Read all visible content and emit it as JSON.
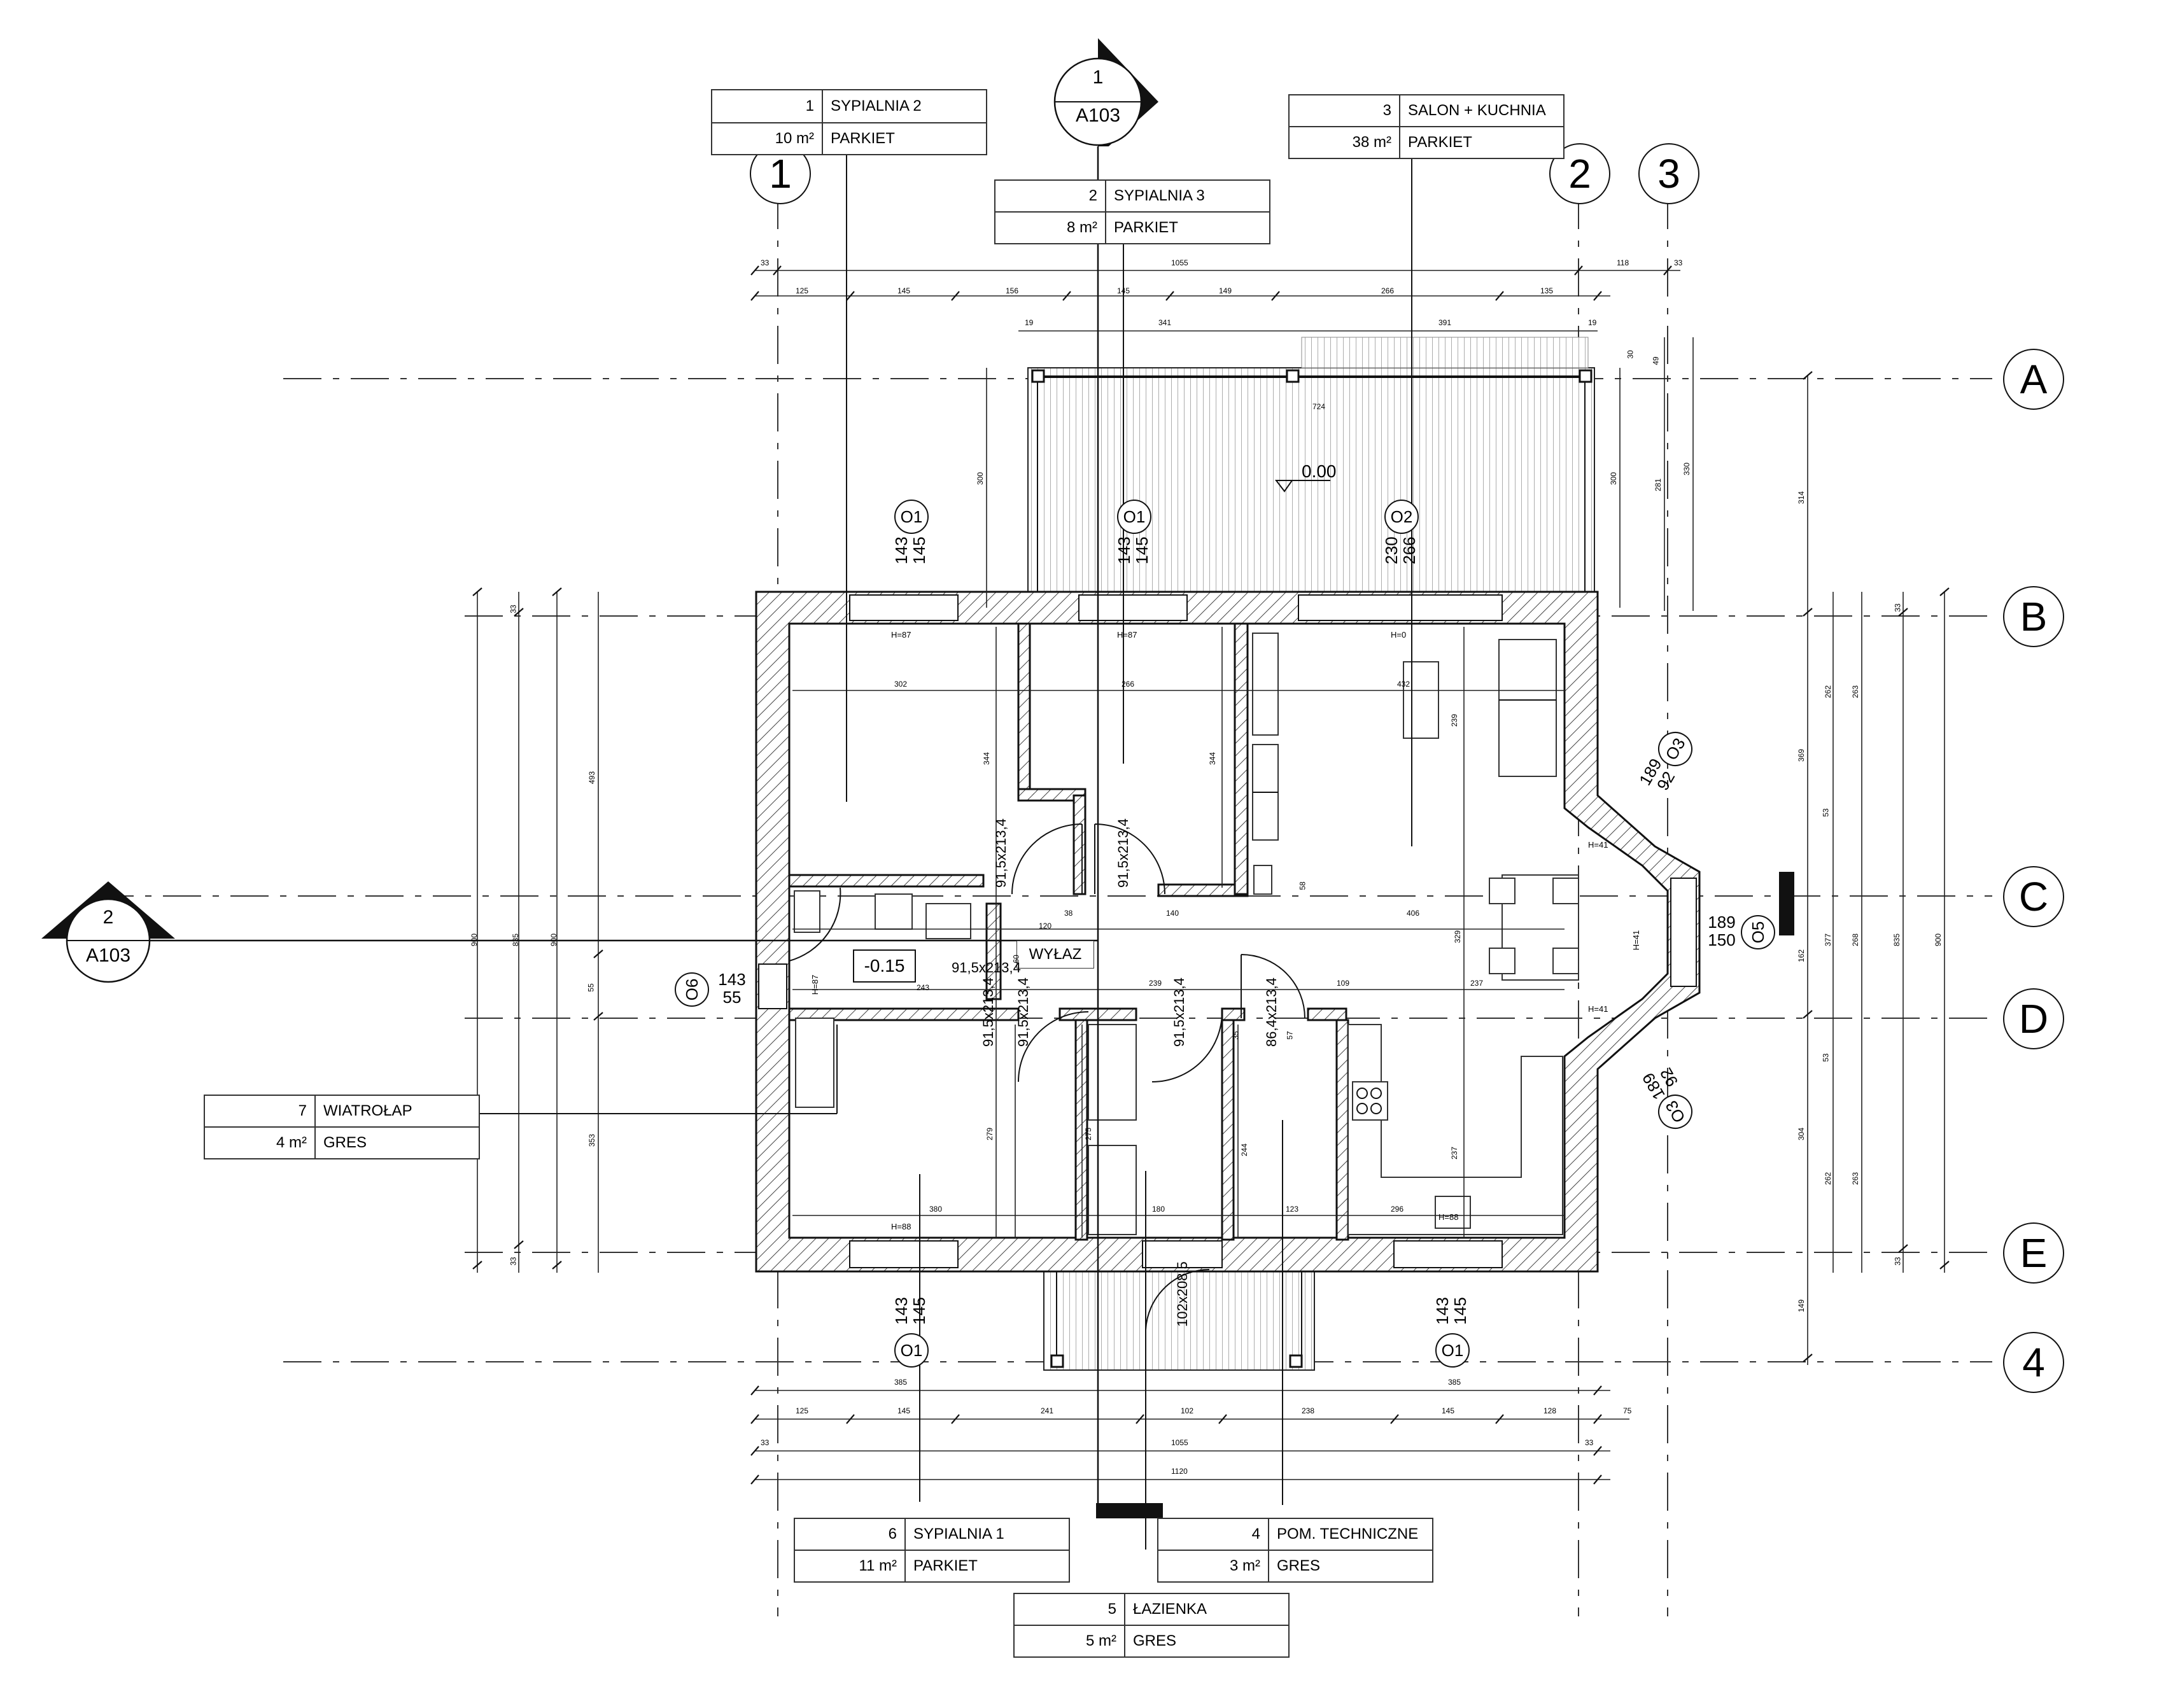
{
  "grid_letters": [
    "A",
    "B",
    "C",
    "D",
    "E",
    "4"
  ],
  "grid_numbers": [
    "1",
    "2",
    "3"
  ],
  "section_markers": [
    {
      "number": "1",
      "sheet": "A103"
    },
    {
      "number": "2",
      "sheet": "A103"
    }
  ],
  "rooms": [
    {
      "number": "1",
      "name": "SYPIALNIA 2",
      "area": "10 m²",
      "floor": "PARKIET"
    },
    {
      "number": "2",
      "name": "SYPIALNIA 3",
      "area": "8 m²",
      "floor": "PARKIET"
    },
    {
      "number": "3",
      "name": "SALON + KUCHNIA",
      "area": "38 m²",
      "floor": "PARKIET"
    },
    {
      "number": "4",
      "name": "POM. TECHNICZNE",
      "area": "3 m²",
      "floor": "GRES"
    },
    {
      "number": "5",
      "name": "ŁAZIENKA",
      "area": "5 m²",
      "floor": "GRES"
    },
    {
      "number": "6",
      "name": "SYPIALNIA 1",
      "area": "11 m²",
      "floor": "PARKIET"
    },
    {
      "number": "7",
      "name": "WIATROŁAP",
      "area": "4 m²",
      "floor": "GRES"
    }
  ],
  "window_tags": [
    {
      "tag": "O1",
      "w": "143",
      "h": "145"
    },
    {
      "tag": "O1",
      "w": "143",
      "h": "145"
    },
    {
      "tag": "O2",
      "w": "230",
      "h": "266"
    },
    {
      "tag": "O3",
      "w": "189",
      "h": "92"
    },
    {
      "tag": "O5",
      "w": "189",
      "h": "150"
    },
    {
      "tag": "O3",
      "w": "189",
      "h": "92"
    },
    {
      "tag": "O6",
      "w": "143",
      "h": "55"
    },
    {
      "tag": "O1",
      "w": "143",
      "h": "145"
    },
    {
      "tag": "O1",
      "w": "143",
      "h": "145"
    }
  ],
  "level_labels": {
    "terrace": "0.00",
    "entry": "-0.15"
  },
  "door_labels": [
    "91,5x213,4",
    "91,5x213,4",
    "91,5x213,4",
    "91,5x213,4",
    "91,5x213,4",
    "91,5x213,4",
    "86,4x213,4",
    "102x208,5"
  ],
  "hatch_label": "WYŁAZ",
  "sill_labels": [
    "H=87",
    "H=87",
    "H=0",
    "H=41",
    "H=41",
    "H=41",
    "H=87",
    "H=88",
    "H=88"
  ],
  "dim_labels": {
    "top_row1": [
      "33",
      "1055",
      "118",
      "33"
    ],
    "top_row2": [
      "125",
      "145",
      "156",
      "145",
      "149",
      "266",
      "135"
    ],
    "top_row3": [
      "19",
      "341",
      "391",
      "19"
    ],
    "bottom_row1": [
      "385",
      "385"
    ],
    "bottom_row2": [
      "125",
      "145",
      "241",
      "102",
      "238",
      "145",
      "128",
      "75"
    ],
    "bottom_row3": [
      "33",
      "1055",
      "33"
    ],
    "bottom_row4": [
      "1120"
    ],
    "left": [
      "33",
      "900",
      "835",
      "900",
      "493",
      "55",
      "353",
      "33"
    ],
    "right": [
      "314",
      "33",
      "369",
      "162",
      "304",
      "149",
      "262",
      "53",
      "377",
      "53",
      "262",
      "263",
      "268",
      "263",
      "33",
      "835",
      "900"
    ],
    "interior": [
      "302",
      "266",
      "432",
      "344",
      "344",
      "239",
      "120",
      "38",
      "140",
      "406",
      "329",
      "58",
      "60",
      "243",
      "239",
      "109",
      "237",
      "57",
      "35",
      "279",
      "275",
      "244",
      "237",
      "380",
      "180",
      "123",
      "296",
      "724",
      "300",
      "300",
      "281",
      "330",
      "49",
      "30"
    ]
  }
}
